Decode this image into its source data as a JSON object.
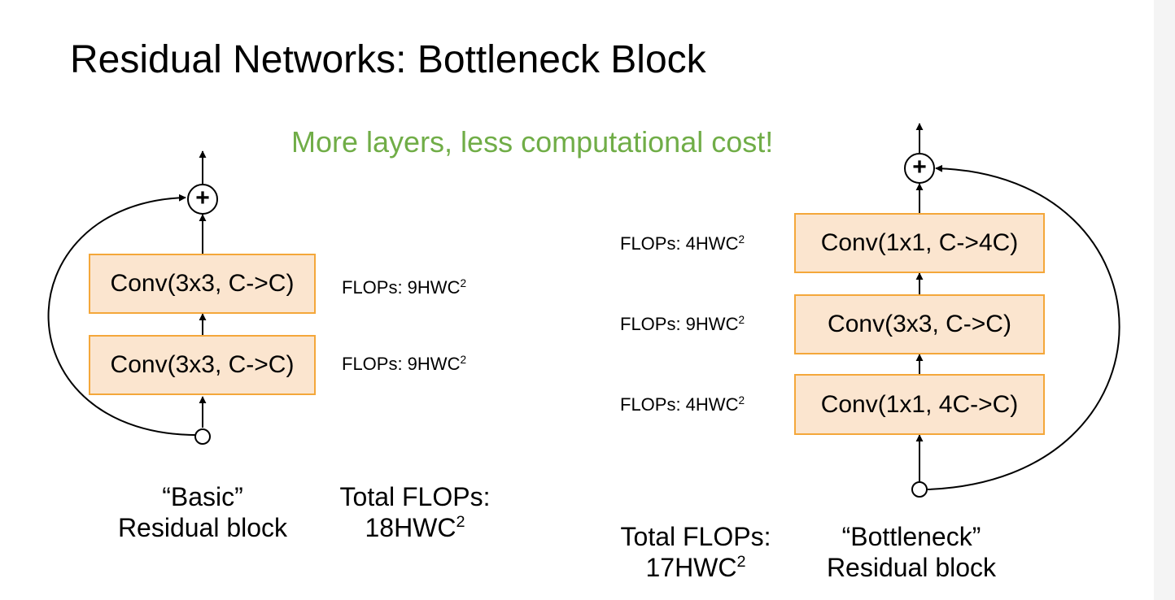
{
  "title": "Residual Networks: Bottleneck Block",
  "subtitle": "More layers, less computational cost!",
  "plus_symbol": "+",
  "basic": {
    "layers": [
      {
        "label": "Conv(3x3, C->C)",
        "flops": "FLOPs: 9HWC",
        "exp": "2"
      },
      {
        "label": "Conv(3x3, C->C)",
        "flops": "FLOPs: 9HWC",
        "exp": "2"
      }
    ],
    "caption_line1": "“Basic”",
    "caption_line2": "Residual block",
    "total_line1": "Total FLOPs:",
    "total_line2": "18HWC",
    "total_exp": "2"
  },
  "bottleneck": {
    "layers": [
      {
        "label": "Conv(1x1, C->4C)",
        "flops": "FLOPs: 4HWC",
        "exp": "2"
      },
      {
        "label": "Conv(3x3, C->C)",
        "flops": "FLOPs: 9HWC",
        "exp": "2"
      },
      {
        "label": "Conv(1x1, 4C->C)",
        "flops": "FLOPs: 4HWC",
        "exp": "2"
      }
    ],
    "caption_line1": "“Bottleneck”",
    "caption_line2": "Residual block",
    "total_line1": "Total FLOPs:",
    "total_line2": "17HWC",
    "total_exp": "2"
  },
  "colors": {
    "subtitle": "#70ad47",
    "box_fill": "#fbe5cf",
    "box_border": "#f4a73a"
  }
}
